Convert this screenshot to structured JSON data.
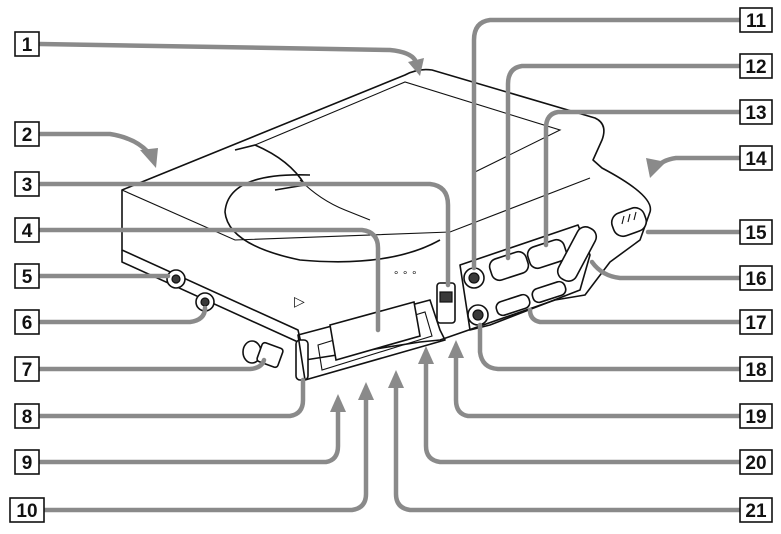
{
  "figure": {
    "callouts": [
      {
        "label": "1"
      },
      {
        "label": "2"
      },
      {
        "label": "3"
      },
      {
        "label": "4"
      },
      {
        "label": "5"
      },
      {
        "label": "6"
      },
      {
        "label": "7"
      },
      {
        "label": "8"
      },
      {
        "label": "9"
      },
      {
        "label": "10"
      },
      {
        "label": "11"
      },
      {
        "label": "12"
      },
      {
        "label": "13"
      },
      {
        "label": "14"
      },
      {
        "label": "15"
      },
      {
        "label": "16"
      },
      {
        "label": "17"
      },
      {
        "label": "18"
      },
      {
        "label": "19"
      },
      {
        "label": "20"
      },
      {
        "label": "21"
      }
    ],
    "device_markings": {
      "lid_triangle": "▷",
      "dots": "∘ ∘ ∘"
    },
    "colors": {
      "outline": "#111111",
      "leader": "#8a8a8a"
    }
  }
}
